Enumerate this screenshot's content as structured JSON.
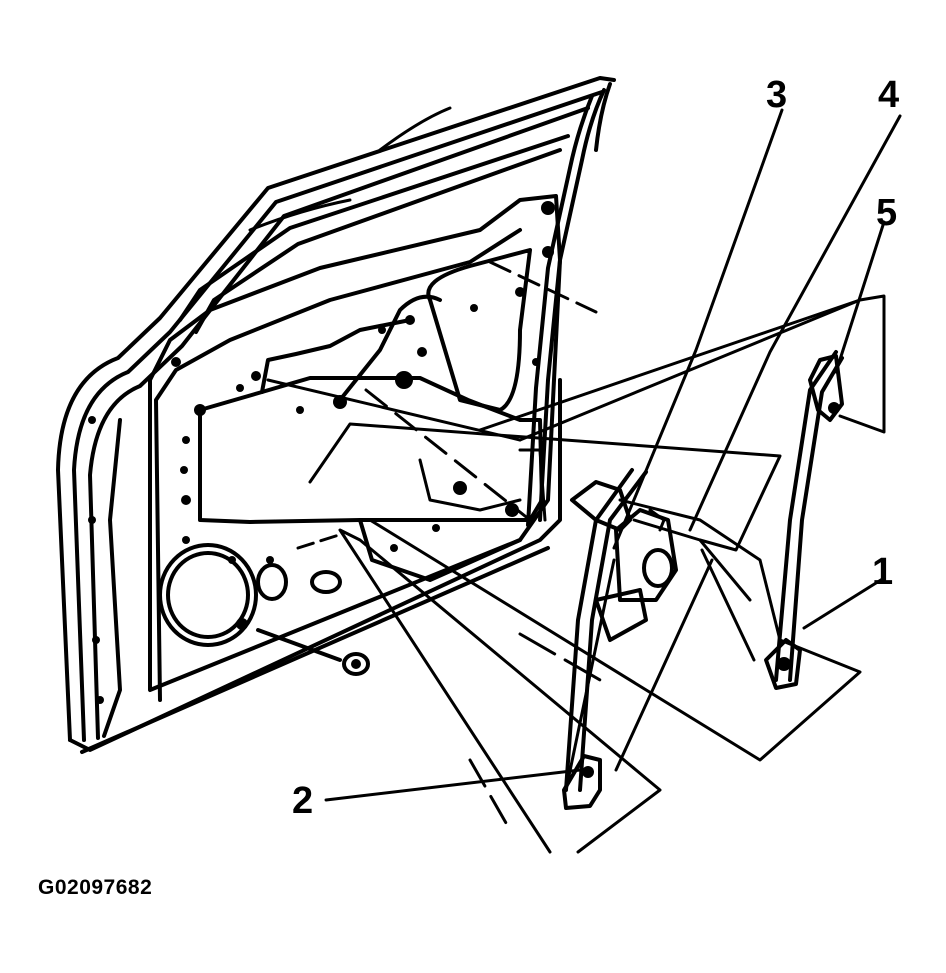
{
  "diagram": {
    "callouts": [
      "1",
      "2",
      "3",
      "4",
      "5"
    ],
    "figure_id": "G02097682",
    "line_color": "#000000",
    "background_color": "#ffffff"
  }
}
